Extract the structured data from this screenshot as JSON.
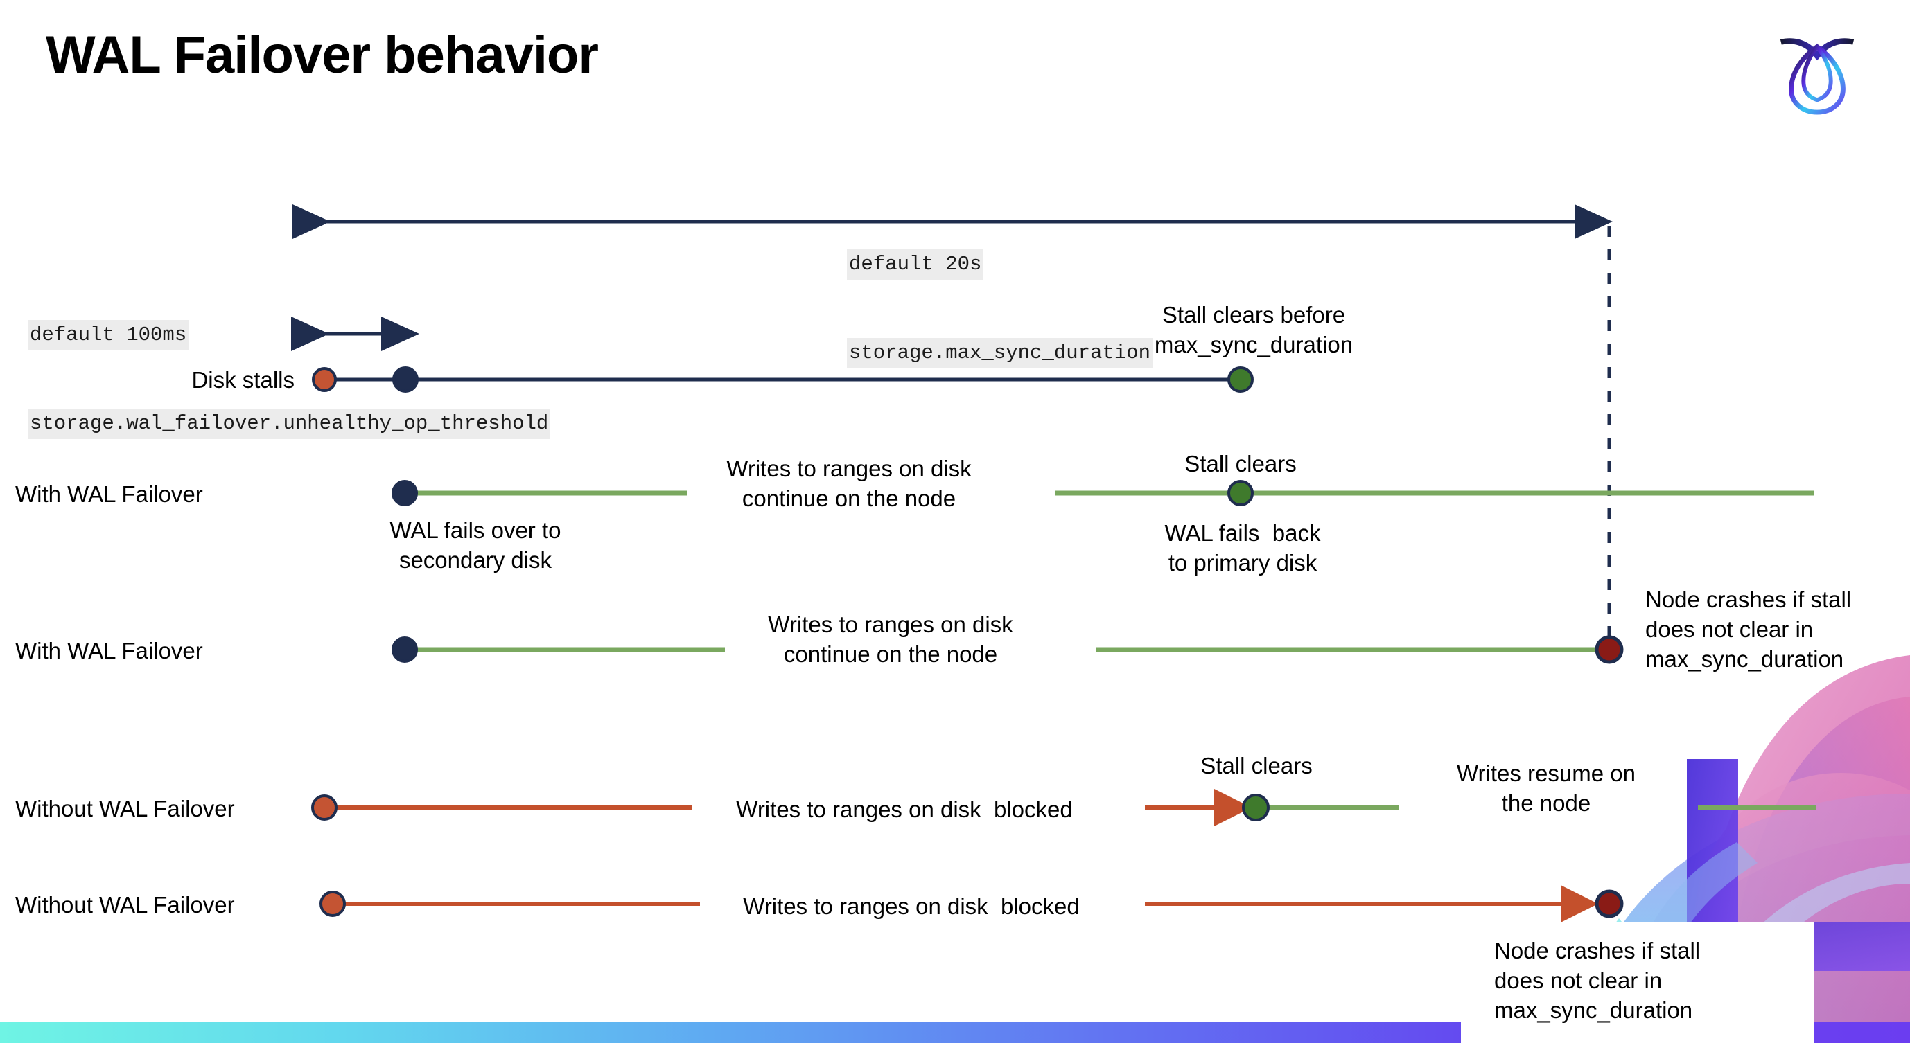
{
  "slide": {
    "title": "WAL Failover behavior",
    "logo_name": "cockroachdb-logo"
  },
  "colors": {
    "navy": "#1f2d4e",
    "green_line": "#7aa85f",
    "green_dot": "#3f7a2c",
    "red_line": "#c4502c",
    "red_dot": "#c45433",
    "dark_red_dot": "#8a1b16",
    "code_bg": "#ececec",
    "text": "#000000"
  },
  "callouts": {
    "max_sync_duration": {
      "line1": "default 20s",
      "line2": "storage.max_sync_duration"
    },
    "unhealthy_op_threshold": {
      "line1": "default 100ms",
      "line2": "storage.wal_failover.unhealthy_op_threshold"
    }
  },
  "rows": [
    {
      "id": "disk-stalls",
      "label": "Disk stalls",
      "annotations": [
        {
          "id": "stall-clears-before",
          "text": "Stall clears before\nmax_sync_duration"
        }
      ]
    },
    {
      "id": "with-wal-failover-1",
      "label": "With WAL Failover",
      "annotations": [
        {
          "id": "writes-continue-1",
          "text": "Writes to ranges on disk\ncontinue on the node"
        },
        {
          "id": "stall-clears-1",
          "text": "Stall clears"
        },
        {
          "id": "wal-fails-over",
          "text": "WAL fails over to\nsecondary disk"
        },
        {
          "id": "wal-fails-back",
          "text": "WAL fails  back\nto primary disk"
        }
      ]
    },
    {
      "id": "with-wal-failover-2",
      "label": "With WAL Failover",
      "annotations": [
        {
          "id": "writes-continue-2",
          "text": "Writes to ranges on disk\ncontinue on the node"
        },
        {
          "id": "node-crashes-1",
          "text": "Node crashes if stall\ndoes not clear in\nmax_sync_duration"
        }
      ]
    },
    {
      "id": "without-wal-failover-1",
      "label": "Without WAL Failover",
      "annotations": [
        {
          "id": "writes-blocked-1",
          "text": "Writes to ranges on disk  blocked"
        },
        {
          "id": "stall-clears-2",
          "text": "Stall clears"
        },
        {
          "id": "writes-resume",
          "text": "Writes resume on\nthe node"
        }
      ]
    },
    {
      "id": "without-wal-failover-2",
      "label": "Without WAL Failover",
      "annotations": [
        {
          "id": "writes-blocked-2",
          "text": "Writes to ranges on disk  blocked"
        },
        {
          "id": "node-crashes-2",
          "text": "Node crashes if stall\ndoes not clear in\nmax_sync_duration"
        }
      ]
    }
  ],
  "text": {
    "row0_label": "Disk stalls",
    "row1_label": "With WAL Failover",
    "row2_label": "With WAL Failover",
    "row3_label": "Without WAL Failover",
    "row4_label": "Without WAL Failover",
    "stall_clears_before": "Stall clears before\nmax_sync_duration",
    "writes_continue_1": "Writes to ranges on disk\ncontinue on the node",
    "stall_clears_1": "Stall clears",
    "wal_fails_over": "WAL fails over to\nsecondary disk",
    "wal_fails_back": "WAL fails  back\nto primary disk",
    "writes_continue_2": "Writes to ranges on disk\ncontinue on the node",
    "node_crashes_1": "Node crashes if stall\ndoes not clear in\nmax_sync_duration",
    "writes_blocked_1": "Writes to ranges on disk  blocked",
    "stall_clears_2": "Stall clears",
    "writes_resume": "Writes resume on\nthe node",
    "writes_blocked_2": "Writes to ranges on disk  blocked",
    "node_crashes_2": "Node crashes if stall\ndoes not clear in\nmax_sync_duration"
  }
}
